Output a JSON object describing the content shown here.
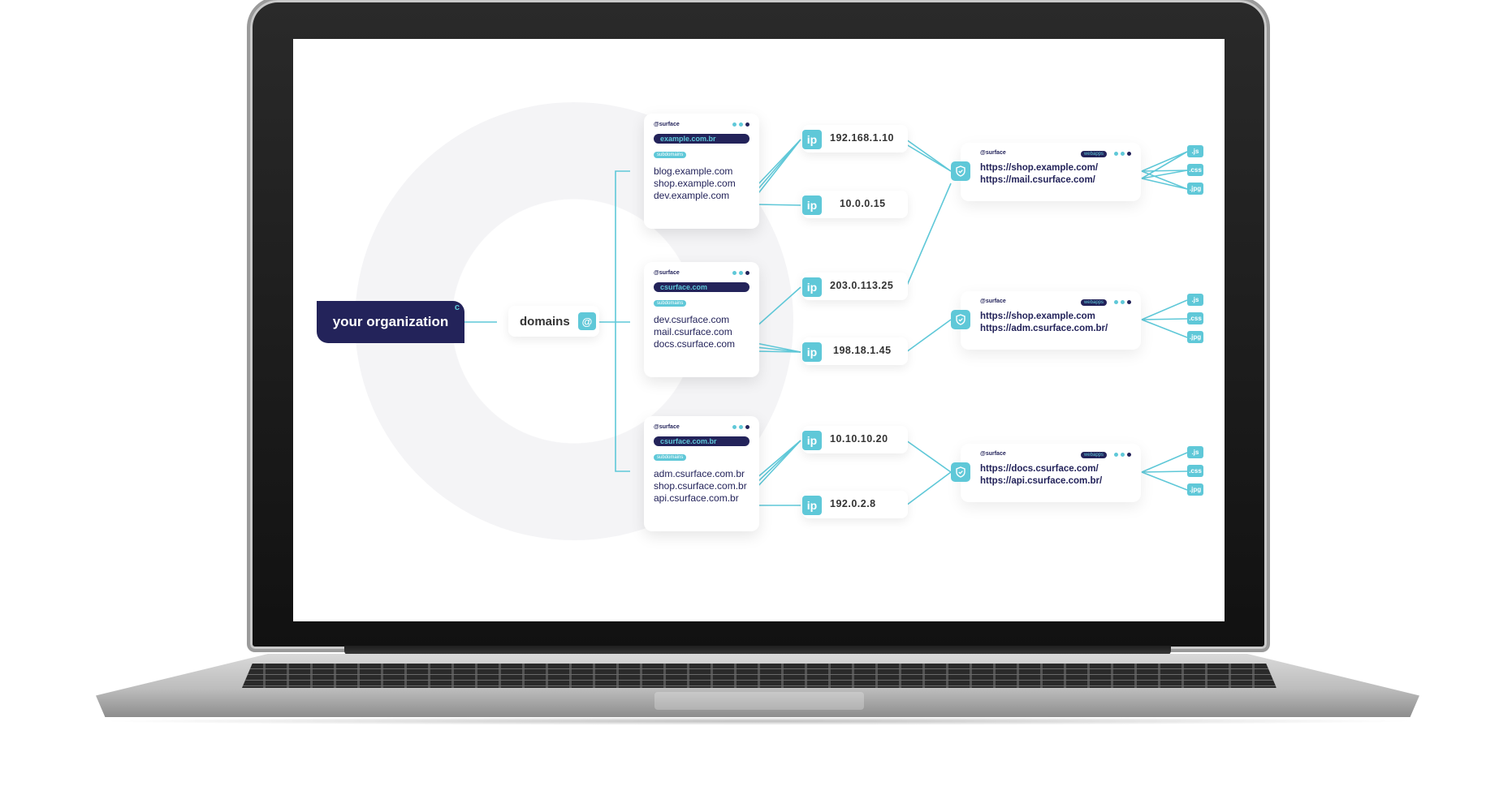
{
  "organization": {
    "label": "your organization",
    "badge": "c"
  },
  "domains_node": {
    "label": "domains",
    "icon": "at-icon",
    "glyph": "@"
  },
  "brand": "@surface",
  "subdomains_label": "subdomains",
  "domain_cards": [
    {
      "domain": "example.com.br",
      "subdomains": [
        "blog.example.com",
        "shop.example.com",
        "dev.example.com"
      ]
    },
    {
      "domain": "csurface.com",
      "subdomains": [
        "dev.csurface.com",
        "mail.csurface.com",
        "docs.csurface.com"
      ]
    },
    {
      "domain": "csurface.com.br",
      "subdomains": [
        "adm.csurface.com.br",
        "shop.csurface.com.br",
        "api.csurface.com.br"
      ]
    }
  ],
  "ip_chip_label": "ip",
  "ips": [
    "192.168.1.10",
    "10.0.0.15",
    "203.0.113.25",
    "198.18.1.45",
    "10.10.10.20",
    "192.0.2.8"
  ],
  "webapps_label": "webapps",
  "webapp_cards": [
    {
      "urls": [
        "https://shop.example.com/",
        "https://mail.csurface.com/"
      ]
    },
    {
      "urls": [
        "https://shop.example.com",
        "https://adm.csurface.com.br/"
      ]
    },
    {
      "urls": [
        "https://docs.csurface.com/",
        "https://api.csurface.com.br/"
      ]
    }
  ],
  "file_types": [
    ".js",
    ".css",
    ".jpg"
  ],
  "colors": {
    "navy": "#23235a",
    "teal": "#5fc8d8",
    "line": "#5fc8d8"
  }
}
